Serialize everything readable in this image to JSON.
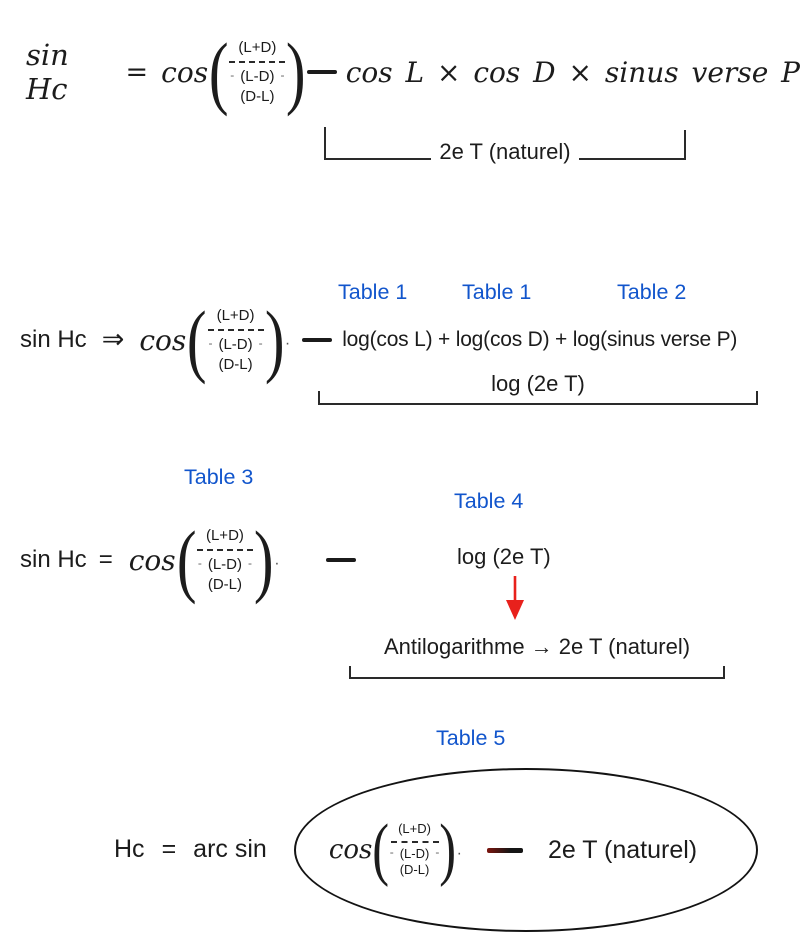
{
  "colors": {
    "text": "#1c1c1c",
    "table_blue": "#1155cc",
    "arrow_red": "#e8211c"
  },
  "shared": {
    "cos": "cos",
    "open_paren": "(",
    "close_paren": ")",
    "after_dot": "·"
  },
  "fraction": {
    "top": "(L+D)",
    "mid": "(L-D)",
    "bottom": "(D-L)",
    "side_mark": "-"
  },
  "row1": {
    "lhs": "sin Hc",
    "eq": "=",
    "rhs": "cos L × cos D × sinus verse P",
    "bracket_label": "2e T (naturel)"
  },
  "row2": {
    "lhs": "sin Hc",
    "arrow": "⇒",
    "tables": [
      "Table 1",
      "Table 1",
      "Table 2"
    ],
    "rhs": "log(cos L) + log(cos D) + log(sinus verse P)",
    "bracket_label": "log (2e T)"
  },
  "row3": {
    "table_above": "Table 3",
    "lhs": "sin Hc",
    "eq": "=",
    "table_right": "Table 4",
    "log_label": "log (2e T)",
    "bracket_label": "Antilogarithme → 2e T (naturel)"
  },
  "row4": {
    "table_above": "Table 5",
    "lhs": "Hc",
    "eq": "=",
    "arcsin": "arc sin",
    "rhs": "2e T (naturel)"
  }
}
